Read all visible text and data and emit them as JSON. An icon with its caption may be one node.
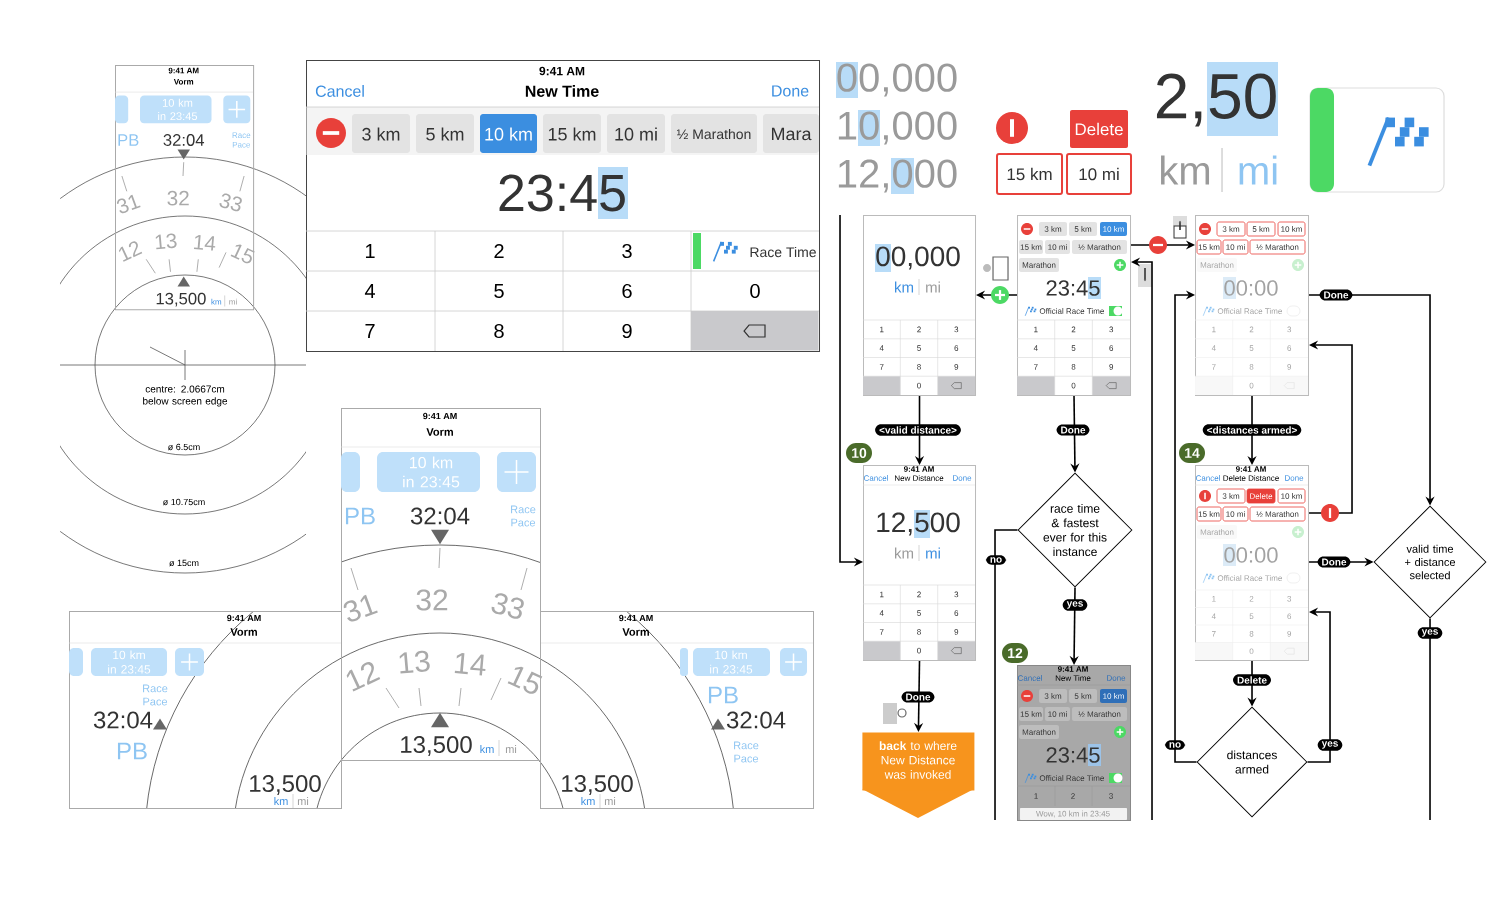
{
  "diagram": {
    "nodes": [
      {
        "text": [
          "9:41 AM",
          "Vorm",
          "10 km in 23:45",
          "PB",
          "32:04",
          "Race Pace",
          "31",
          "32",
          "33",
          "12",
          "13",
          "14",
          "15",
          "13,500",
          "km",
          "mi"
        ]
      },
      {
        "text": [
          "9:41 AM",
          "Cancel",
          "New Time",
          "Done",
          "3 km",
          "5 km",
          "10 km",
          "15 km",
          "10 mi",
          "½ Marathon",
          "Mara",
          "23:45",
          "1",
          "2",
          "3",
          "Race Time",
          "4",
          "5",
          "6",
          "0",
          "7",
          "8",
          "9"
        ]
      },
      {
        "text": [
          "Delete"
        ]
      },
      {
        "text": [
          "15 km"
        ]
      },
      {
        "text": [
          "10 mi"
        ]
      },
      {
        "text": [
          "00,000",
          "km",
          "mi",
          "1",
          "2",
          "3",
          "4",
          "5",
          "6",
          "7",
          "8",
          "9",
          "0"
        ]
      },
      {
        "text": [
          "3 km",
          "5 km",
          "10 km",
          "15 km",
          "10 mi",
          "½ Marathon",
          "Marathon",
          "23:45",
          "Official Race Time",
          "1",
          "2",
          "3",
          "4",
          "5",
          "6",
          "7",
          "8",
          "9",
          "0"
        ]
      },
      {
        "text": [
          "3 km",
          "5 km",
          "10 km",
          "15 km",
          "10 mi",
          "½ Marathon",
          "Marathon",
          "00:00",
          "Official Race Time",
          "1",
          "2",
          "3",
          "4",
          "5",
          "6",
          "7",
          "8",
          "9",
          "0"
        ]
      },
      {
        "text": [
          "9:41 AM",
          "Cancel",
          "New Distance",
          "Done",
          "12,500",
          "km",
          "mi",
          "1",
          "2",
          "3",
          "4",
          "5",
          "6",
          "7",
          "8",
          "9",
          "0"
        ]
      },
      {
        "text": [
          "race time & fastest ever for this instance"
        ]
      },
      {
        "text": [
          "9:41 AM",
          "Cancel",
          "New Time",
          "Done",
          "3 km",
          "5 km",
          "10 km",
          "15 km",
          "10 mi",
          "½ Marathon",
          "Marathon",
          "23:45",
          "Official Race Time",
          "1",
          "2",
          "3",
          "Wow, 10 km in 23:45"
        ]
      },
      {
        "text": [
          "**back** to where New Distance was invoked"
        ]
      },
      {
        "text": [
          "9:41 AM",
          "Cancel",
          "Delete Distance",
          "Done",
          "3 km",
          "Delete",
          "10 km",
          "15 km",
          "10 mi",
          "½ Marathon",
          "Marathon",
          "00:00",
          "Official Race Time",
          "1",
          "2",
          "3",
          "4",
          "5",
          "6",
          "7",
          "8",
          "9",
          "0"
        ]
      },
      {
        "text": [
          "distances armed"
        ]
      },
      {
        "text": [
          "valid time + distance selected"
        ]
      },
      {
        "text": [
          "9:41 AM",
          "Vorm",
          "10 km in 23:45",
          "PB",
          "32:04",
          "Race Pace",
          "31",
          "32",
          "33",
          "12",
          "13",
          "14",
          "15",
          "13,500",
          "km",
          "mi"
        ]
      },
      {
        "text": [
          "9:41 AM",
          "Vorm",
          "10 km in 23:45",
          "Race Pace",
          "32:04",
          "PB",
          "13,500",
          "km",
          "mi"
        ]
      },
      {
        "text": [
          "9:41 AM",
          "Vorm",
          "10 km in 23:45",
          "PB",
          "32:04",
          "Race Pace",
          "13,500",
          "km",
          "mi"
        ]
      }
    ],
    "edges": [
      {
        "from": 5,
        "to": 8,
        "arrow": "to",
        "label": "<valid distance>"
      },
      {
        "from": 6,
        "to": 5,
        "arrow": "to"
      },
      {
        "from": 6,
        "to": 9,
        "arrow": "to",
        "label": "Done"
      },
      {
        "from": 6,
        "to": 7,
        "arrow": "to"
      },
      {
        "from": 7,
        "to": 12,
        "arrow": "to",
        "label": "<distances armed>"
      },
      {
        "from": 7,
        "to": 14,
        "arrow": "to",
        "label": "Done"
      },
      {
        "from": 8,
        "to": 11,
        "arrow": "to",
        "label": "Done"
      },
      {
        "from": 9,
        "to": 10,
        "arrow": "to",
        "label": "yes"
      },
      {
        "from": 9,
        "to": null,
        "arrow": "none",
        "label": "no"
      },
      {
        "from": 12,
        "to": 14,
        "arrow": "to",
        "label": "Done"
      },
      {
        "from": 12,
        "to": 13,
        "arrow": "to",
        "label": "Delete"
      },
      {
        "from": 13,
        "to": 7,
        "arrow": "to",
        "label": "no"
      },
      {
        "from": 13,
        "to": 12,
        "arrow": "to",
        "label": "yes"
      },
      {
        "from": 12,
        "to": 7,
        "arrow": "to"
      },
      {
        "from": 14,
        "to": null,
        "arrow": "none",
        "label": "yes"
      },
      {
        "from": null,
        "to": 8,
        "arrow": "to"
      },
      {
        "from": null,
        "to": 6,
        "arrow": "to"
      }
    ],
    "labels": [
      "00,000",
      "10,000",
      "12,000",
      "2,50",
      "km",
      "mi",
      "centre: 2.0667cm below screen edge",
      "ø 6.5cm",
      "ø 10.75cm",
      "ø 15cm",
      "10",
      "12",
      "14"
    ]
  }
}
